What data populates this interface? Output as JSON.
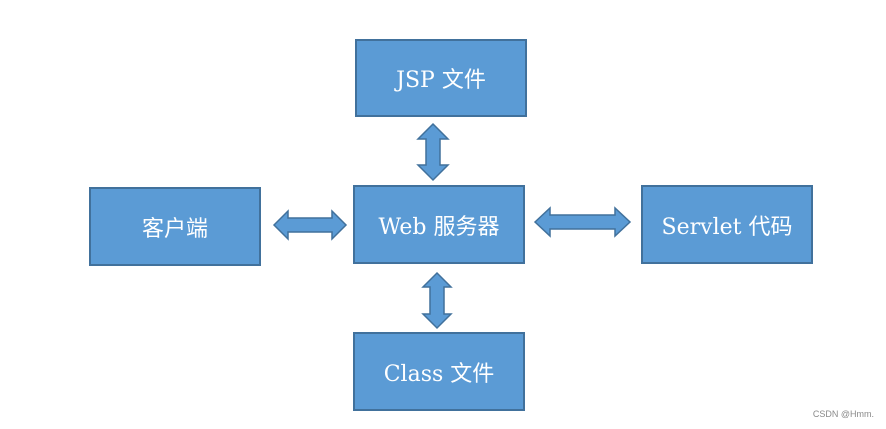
{
  "diagram": {
    "nodes": {
      "jsp": "JSP 文件",
      "client": "客户端",
      "web_server": "Web 服务器",
      "servlet": "Servlet 代码",
      "class": "Class 文件"
    },
    "edges": [
      {
        "from": "client",
        "to": "web_server",
        "direction": "bidirectional"
      },
      {
        "from": "web_server",
        "to": "servlet",
        "direction": "bidirectional"
      },
      {
        "from": "jsp",
        "to": "web_server",
        "direction": "bidirectional"
      },
      {
        "from": "web_server",
        "to": "class",
        "direction": "bidirectional"
      }
    ],
    "colors": {
      "box_fill": "#5b9bd5",
      "box_border": "#41719c",
      "text": "#ffffff"
    }
  },
  "watermark": "CSDN @Hmm."
}
